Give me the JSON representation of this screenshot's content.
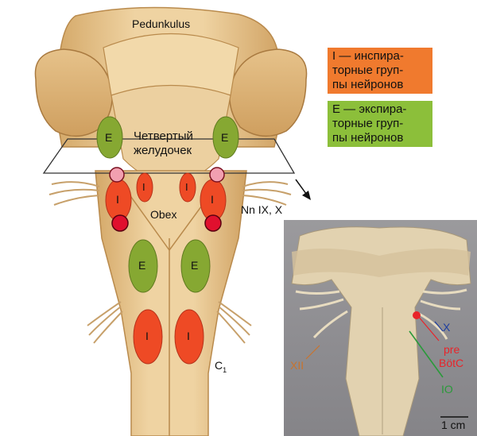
{
  "labels": {
    "pedunkulus": "Pedunkulus",
    "ventricle_line1": "Четвертый",
    "ventricle_line2": "желудочек",
    "obex": "Obex",
    "nerves": "Nn IX, X",
    "c1": "C",
    "c1_sub": "1"
  },
  "group_letters": {
    "inspiratory": "I",
    "expiratory": "E"
  },
  "legend": {
    "inspiratory": {
      "text": "I — инспира-\nторные груп-\nпы нейронов",
      "color": "#f07a2e"
    },
    "expiratory": {
      "text": "E — экспира-\nторные груп-\nпы нейронов",
      "color": "#8cbf3a"
    }
  },
  "photo": {
    "labels": {
      "x": "X",
      "pre": "pre",
      "botc": "BötC",
      "xii": "XII",
      "io": "IO",
      "scale": "1 cm"
    },
    "colors": {
      "x": "#1f3fa0",
      "botc": "#e8242a",
      "xii": "#c8742e",
      "io": "#2a9a3a"
    }
  },
  "colors": {
    "tissue": "#e8c691",
    "tissue_shadow": "#c79b5c",
    "inspiratory_fill": "#ee4a25",
    "expiratory_fill": "#86a832",
    "marker_light": "#f2a0b0",
    "marker_dark": "#e0102e"
  }
}
